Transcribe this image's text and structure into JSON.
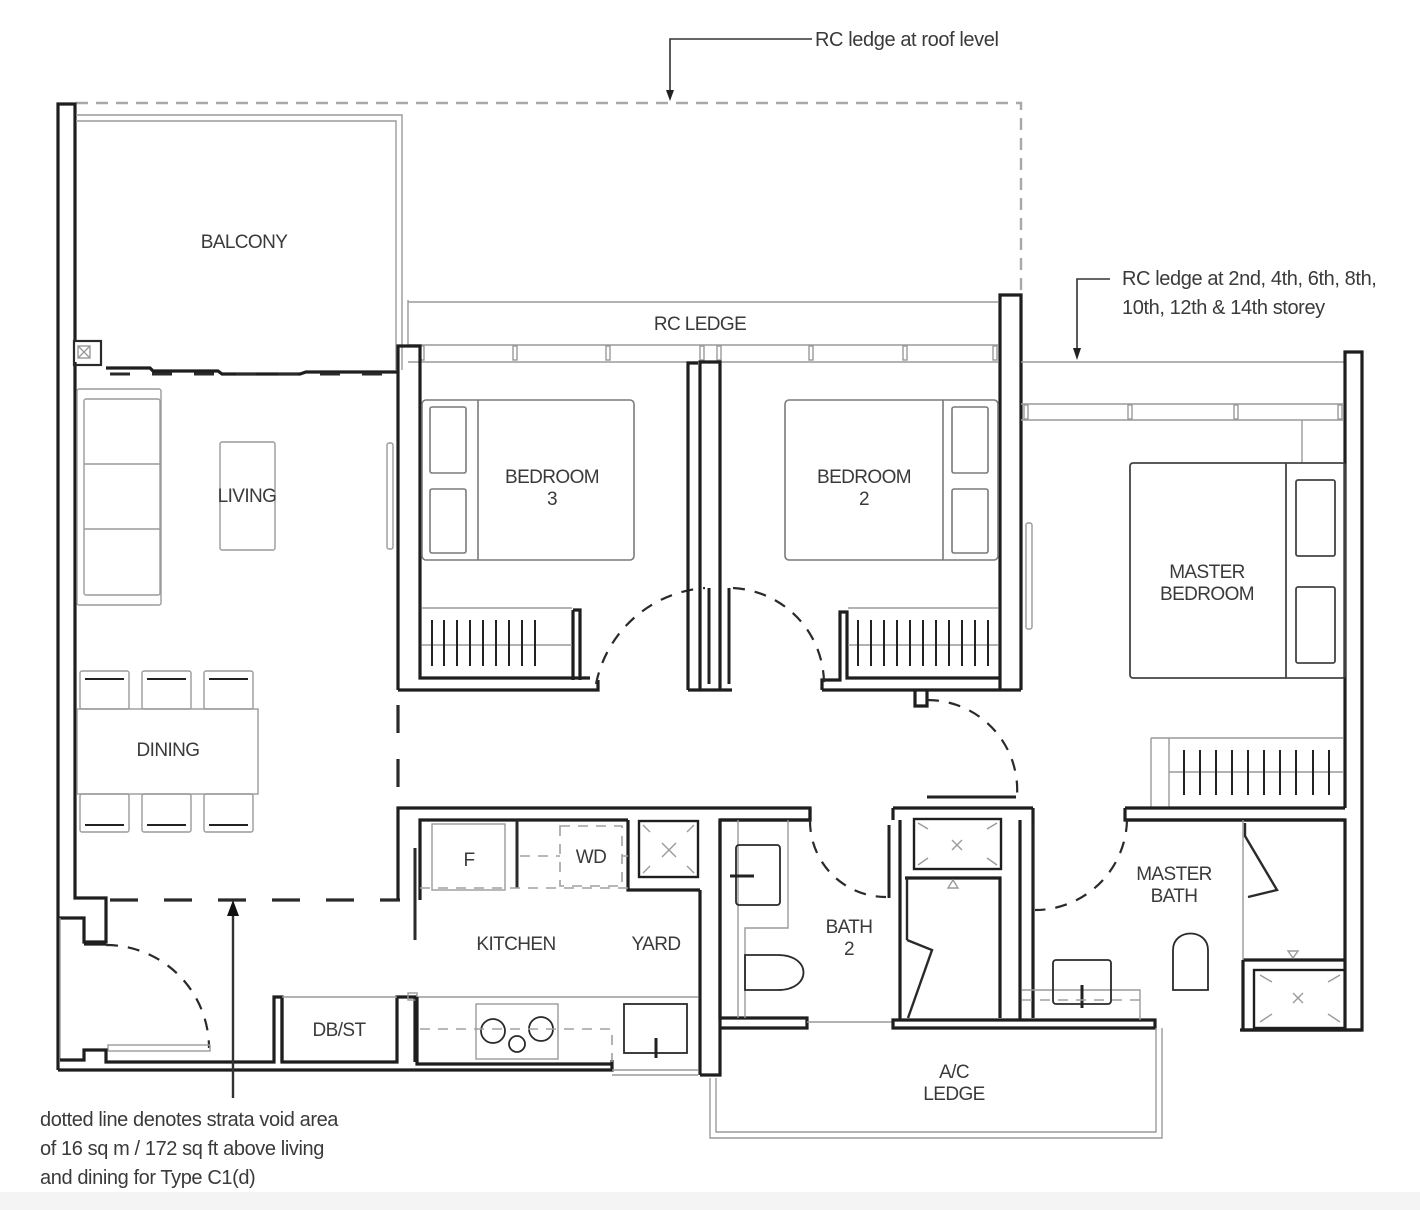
{
  "plan": {
    "type": "floor-plan",
    "unit_type": "Type C1(d)",
    "rooms": [
      {
        "id": "balcony",
        "label": "BALCONY"
      },
      {
        "id": "living",
        "label": "LIVING"
      },
      {
        "id": "dining",
        "label": "DINING"
      },
      {
        "id": "bedroom3",
        "label_line1": "BEDROOM",
        "label_line2": "3"
      },
      {
        "id": "bedroom2",
        "label_line1": "BEDROOM",
        "label_line2": "2"
      },
      {
        "id": "master_bedroom",
        "label_line1": "MASTER",
        "label_line2": "BEDROOM"
      },
      {
        "id": "kitchen",
        "label": "KITCHEN"
      },
      {
        "id": "yard",
        "label": "YARD"
      },
      {
        "id": "bath2",
        "label_line1": "BATH",
        "label_line2": "2"
      },
      {
        "id": "master_bath",
        "label_line1": "MASTER",
        "label_line2": "BATH"
      },
      {
        "id": "db_st",
        "label": "DB/ST"
      },
      {
        "id": "ac_ledge",
        "label_line1": "A/C",
        "label_line2": "LEDGE"
      },
      {
        "id": "rc_ledge",
        "label": "RC LEDGE"
      }
    ],
    "appliances": {
      "fridge": "F",
      "washer_dryer": "WD"
    },
    "annotations": {
      "rc_ledge_roof": "RC ledge at roof level",
      "rc_ledge_storeys_line1": "RC ledge at 2nd, 4th, 6th, 8th,",
      "rc_ledge_storeys_line2": "10th, 12th & 14th storey",
      "strata_void_line1": "dotted line denotes strata void area",
      "strata_void_line2": "of 16 sq m / 172 sq ft above living",
      "strata_void_line3": "and dining for Type C1(d)"
    },
    "strata_void_area": {
      "sq_m": 16,
      "sq_ft": 172
    },
    "colors": {
      "wall": "#1e1e1e",
      "furniture": "#7a7a7a",
      "text": "#3a3a3a",
      "roof_ledge_dash": "#a8a8a8"
    }
  }
}
